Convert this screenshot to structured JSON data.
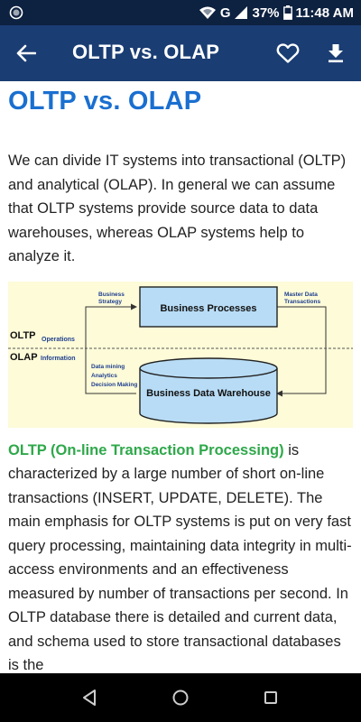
{
  "status_bar": {
    "network_type": "G",
    "battery": "37%",
    "time": "11:48 AM",
    "icons": [
      "circle-notification-icon",
      "wifi-icon",
      "signal-icon",
      "battery-icon"
    ]
  },
  "app_bar": {
    "title": "OLTP vs. OLAP",
    "icons": [
      "back-arrow-icon",
      "heart-icon",
      "download-icon"
    ]
  },
  "article": {
    "heading": "OLTP vs. OLAP",
    "intro": "We can divide IT systems into transactional (OLTP) and analytical (OLAP). In general we can assume that OLTP systems provide source data to data warehouses, whereas OLAP systems help to analyze it.",
    "oltp_term": "OLTP (On-line Transaction Processing)",
    "oltp_text": " is characterized by a large number of short on-line transactions (INSERT, UPDATE, DELETE). The main emphasis for OLTP systems is put on very fast query processing, maintaining data integrity in multi-access environments and an effectiveness measured by number of transactions per second. In OLTP database there is detailed and current data, and schema used to store transactional databases is the"
  },
  "diagram": {
    "business_strategy_1": "Business",
    "business_strategy_2": "Strategy",
    "business_processes": "Business Processes",
    "master_data_1": "Master Data",
    "master_data_2": "Transactions",
    "oltp_label": "OLTP",
    "operations": "Operations",
    "olap_label": "OLAP",
    "information": "Information",
    "data_mining": "Data mining",
    "analytics": "Analytics",
    "decision_making": "Decision Making",
    "warehouse": "Business Data Warehouse",
    "colors": {
      "background": "#fdfbd8",
      "box": "#b8dcf5",
      "label_blue": "#1f3f8f",
      "line": "#333333"
    }
  },
  "nav_bar": {
    "icons": [
      "back-triangle-icon",
      "home-circle-icon",
      "recents-square-icon"
    ]
  }
}
